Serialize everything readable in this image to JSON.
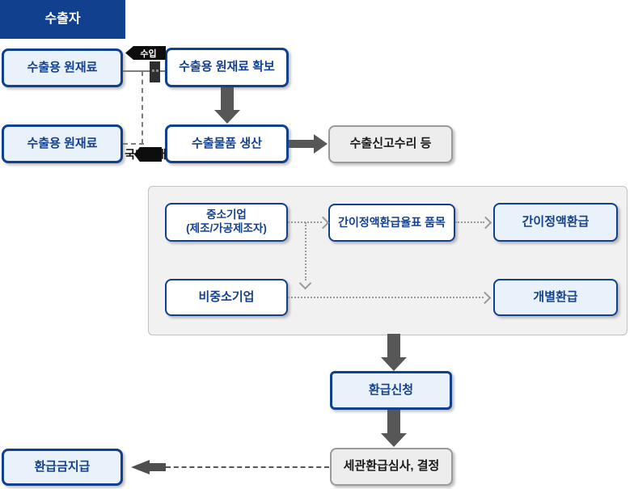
{
  "palette": {
    "navy": "#10408e",
    "box_text_navy": "#15418f",
    "light_blue_fill": "#e9f1fa",
    "gray_fill": "#ededed",
    "panel_fill": "#f1f1f2",
    "arrow_dark": "#575757",
    "line_gray": "#7d7d7d",
    "dotted_gray": "#999999",
    "edge_label_black": "#0d0d0d"
  },
  "nodes": {
    "exporter": "수출자",
    "raw_material_1": "수출용 원재료",
    "raw_material_2": "수출용 원재료",
    "secure_materials": "수출용 원재료 확보",
    "produce_goods": "수출물품 생산",
    "export_clearance": "수출신고수리 등",
    "sme_line1": "중소기업",
    "sme_line2": "(제조/가공제조자)",
    "flat_rate_table_items": "간이정액환급율표 품목",
    "flat_rate_refund": "간이정액환급",
    "non_sme": "비중소기업",
    "individual_refund": "개별환급",
    "refund_application": "환급신청",
    "customs_review_decision": "세관환급심사, 결정",
    "refund_payment": "환급금지급"
  },
  "edge_labels": {
    "import": "수입",
    "domestic_purchase": "국내구매"
  }
}
